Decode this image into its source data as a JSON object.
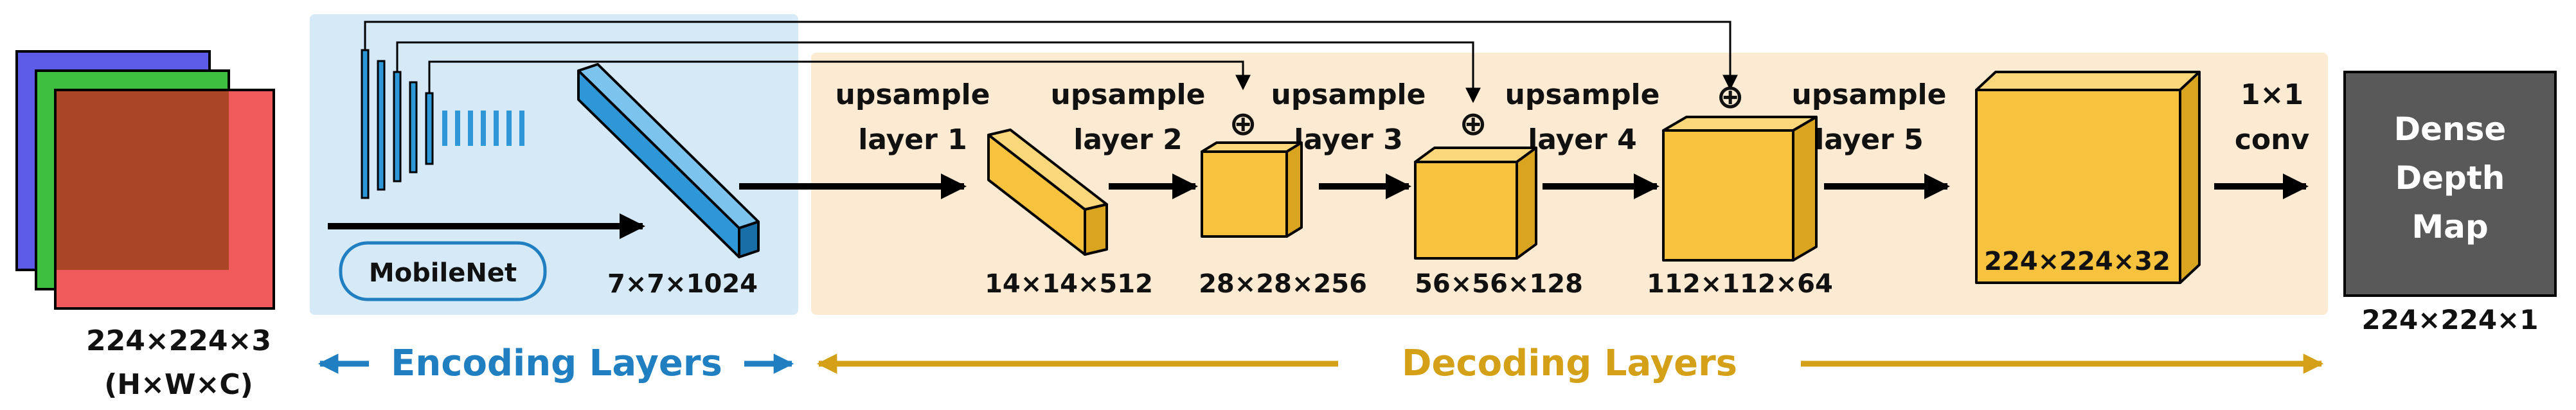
{
  "input": {
    "label_size": "224×224×3",
    "label_dims": "(H×W×C)"
  },
  "encoder": {
    "name": "MobileNet",
    "bottleneck": "7×7×1024"
  },
  "decoder": {
    "layers": [
      {
        "label1": "upsample",
        "label2": "layer 1",
        "size": "14×14×512"
      },
      {
        "label1": "upsample",
        "label2": "layer 2",
        "size": "28×28×256"
      },
      {
        "label1": "upsample",
        "label2": "layer 3",
        "size": "56×56×128"
      },
      {
        "label1": "upsample",
        "label2": "layer 4",
        "size": "112×112×64"
      },
      {
        "label1": "upsample",
        "label2": "layer 5",
        "size": "224×224×32"
      }
    ],
    "conv_label1": "1×1",
    "conv_label2": "conv",
    "add_symbol": "⊕"
  },
  "output": {
    "line1": "Dense",
    "line2": "Depth",
    "line3": "Map",
    "size": "224×224×1"
  },
  "sections": {
    "encoding": "Encoding Layers",
    "decoding": "Decoding Layers"
  },
  "colors": {
    "encoder_bg": "#d6e9f7",
    "decoder_bg": "#fcebd2",
    "cube": "#f7c23d",
    "encoder_bar": "#2e97d8",
    "encoding_text": "#1f7fc0",
    "decoding_text": "#d4a017",
    "output_box": "#595959"
  }
}
